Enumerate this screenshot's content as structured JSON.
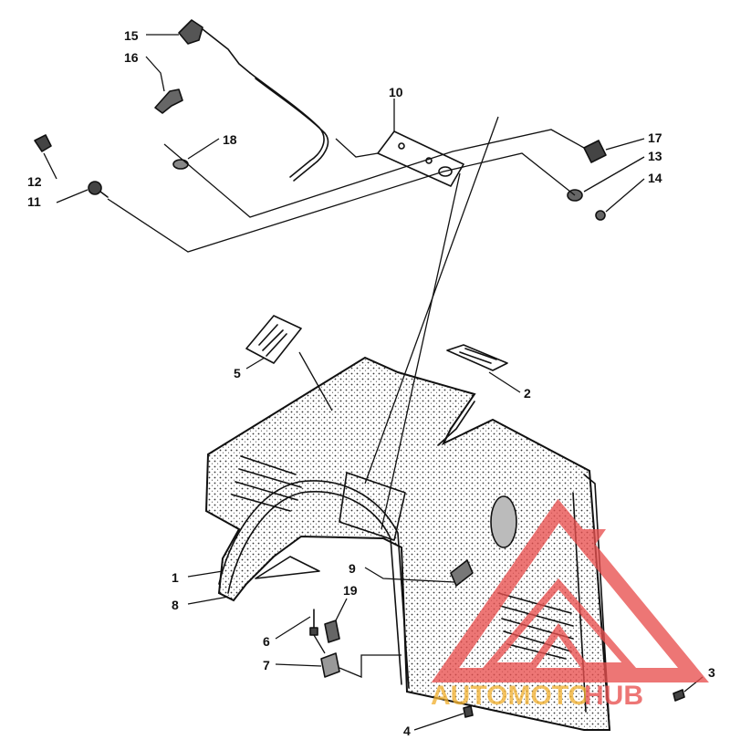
{
  "callouts": [
    {
      "id": "1",
      "label": "1"
    },
    {
      "id": "2",
      "label": "2"
    },
    {
      "id": "3",
      "label": "3"
    },
    {
      "id": "4",
      "label": "4"
    },
    {
      "id": "5",
      "label": "5"
    },
    {
      "id": "6",
      "label": "6"
    },
    {
      "id": "7",
      "label": "7"
    },
    {
      "id": "8",
      "label": "8"
    },
    {
      "id": "9",
      "label": "9"
    },
    {
      "id": "10",
      "label": "10"
    },
    {
      "id": "11",
      "label": "11"
    },
    {
      "id": "12",
      "label": "12"
    },
    {
      "id": "13",
      "label": "13"
    },
    {
      "id": "14",
      "label": "14"
    },
    {
      "id": "15",
      "label": "15"
    },
    {
      "id": "16",
      "label": "16"
    },
    {
      "id": "17",
      "label": "17"
    },
    {
      "id": "18",
      "label": "18"
    },
    {
      "id": "19",
      "label": "19"
    }
  ],
  "watermark": {
    "text_part1": "AUTOMOTO",
    "text_part2": "HUB",
    "color_primary": "#e8504f",
    "color_secondary": "#f2b233"
  }
}
